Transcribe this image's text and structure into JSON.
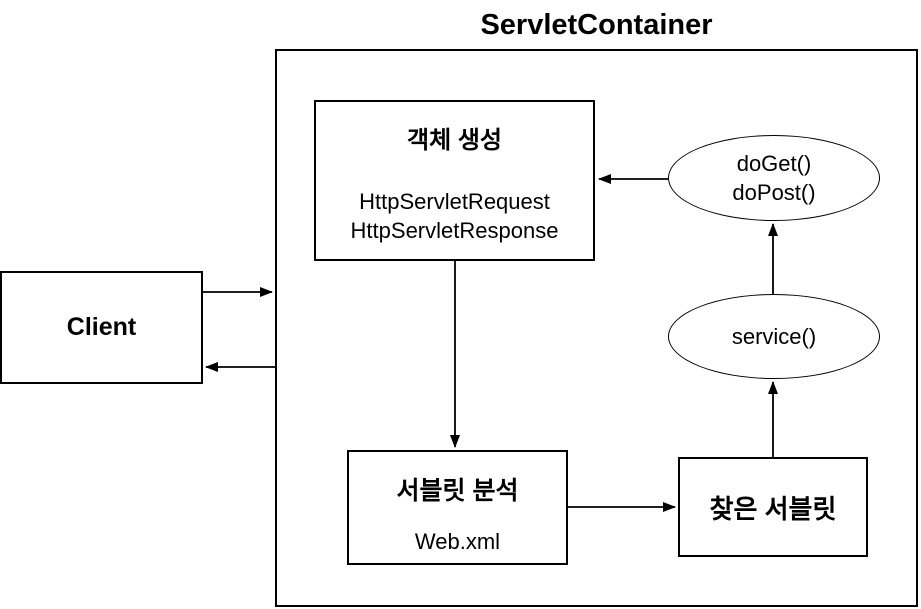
{
  "colors": {
    "background": "#ffffff",
    "stroke": "#000000",
    "text": "#000000"
  },
  "diagram": {
    "title": "ServletContainer",
    "nodes": {
      "client": {
        "shape": "rectangle",
        "label": "Client"
      },
      "object_creation": {
        "shape": "rectangle",
        "title": "객체 생성",
        "lines": [
          "HttpServletRequest",
          "HttpServletResponse"
        ]
      },
      "doget_dopost": {
        "shape": "ellipse",
        "lines": [
          "doGet()",
          "doPost()"
        ]
      },
      "service": {
        "shape": "ellipse",
        "label": "service()"
      },
      "servlet_analysis": {
        "shape": "rectangle",
        "title": "서블릿 분석",
        "subtitle": "Web.xml"
      },
      "found_servlet": {
        "shape": "rectangle",
        "label": "찾은 서블릿"
      }
    },
    "edges": [
      {
        "from": "client",
        "to": "servlet_container"
      },
      {
        "from": "servlet_container",
        "to": "client"
      },
      {
        "from": "doget_dopost",
        "to": "object_creation"
      },
      {
        "from": "object_creation",
        "to": "servlet_analysis"
      },
      {
        "from": "servlet_analysis",
        "to": "found_servlet"
      },
      {
        "from": "found_servlet",
        "to": "service"
      },
      {
        "from": "service",
        "to": "doget_dopost"
      }
    ]
  }
}
